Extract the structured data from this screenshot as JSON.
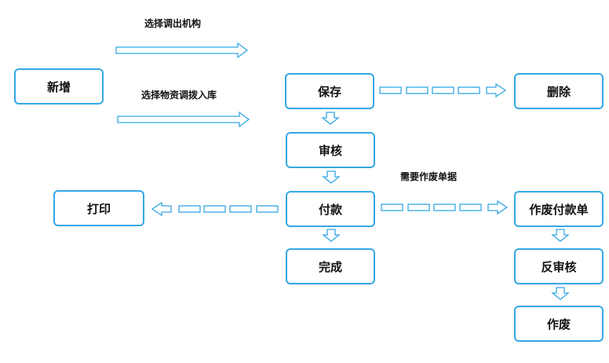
{
  "nodes": {
    "new": "新增",
    "save": "保存",
    "review": "审核",
    "pay": "付款",
    "done": "完成",
    "print": "打印",
    "delete": "删除",
    "void_payment_order": "作废付款单",
    "unreview": "反审核",
    "void": "作废"
  },
  "labels": {
    "select_transfer_org": "选择调出机构",
    "select_material_transfer_in": "选择物资调拨入库",
    "need_void_doc": "需要作废单据"
  },
  "colors": {
    "stroke": "#35a8e3",
    "text": "#111111",
    "background": "#ffffff"
  }
}
